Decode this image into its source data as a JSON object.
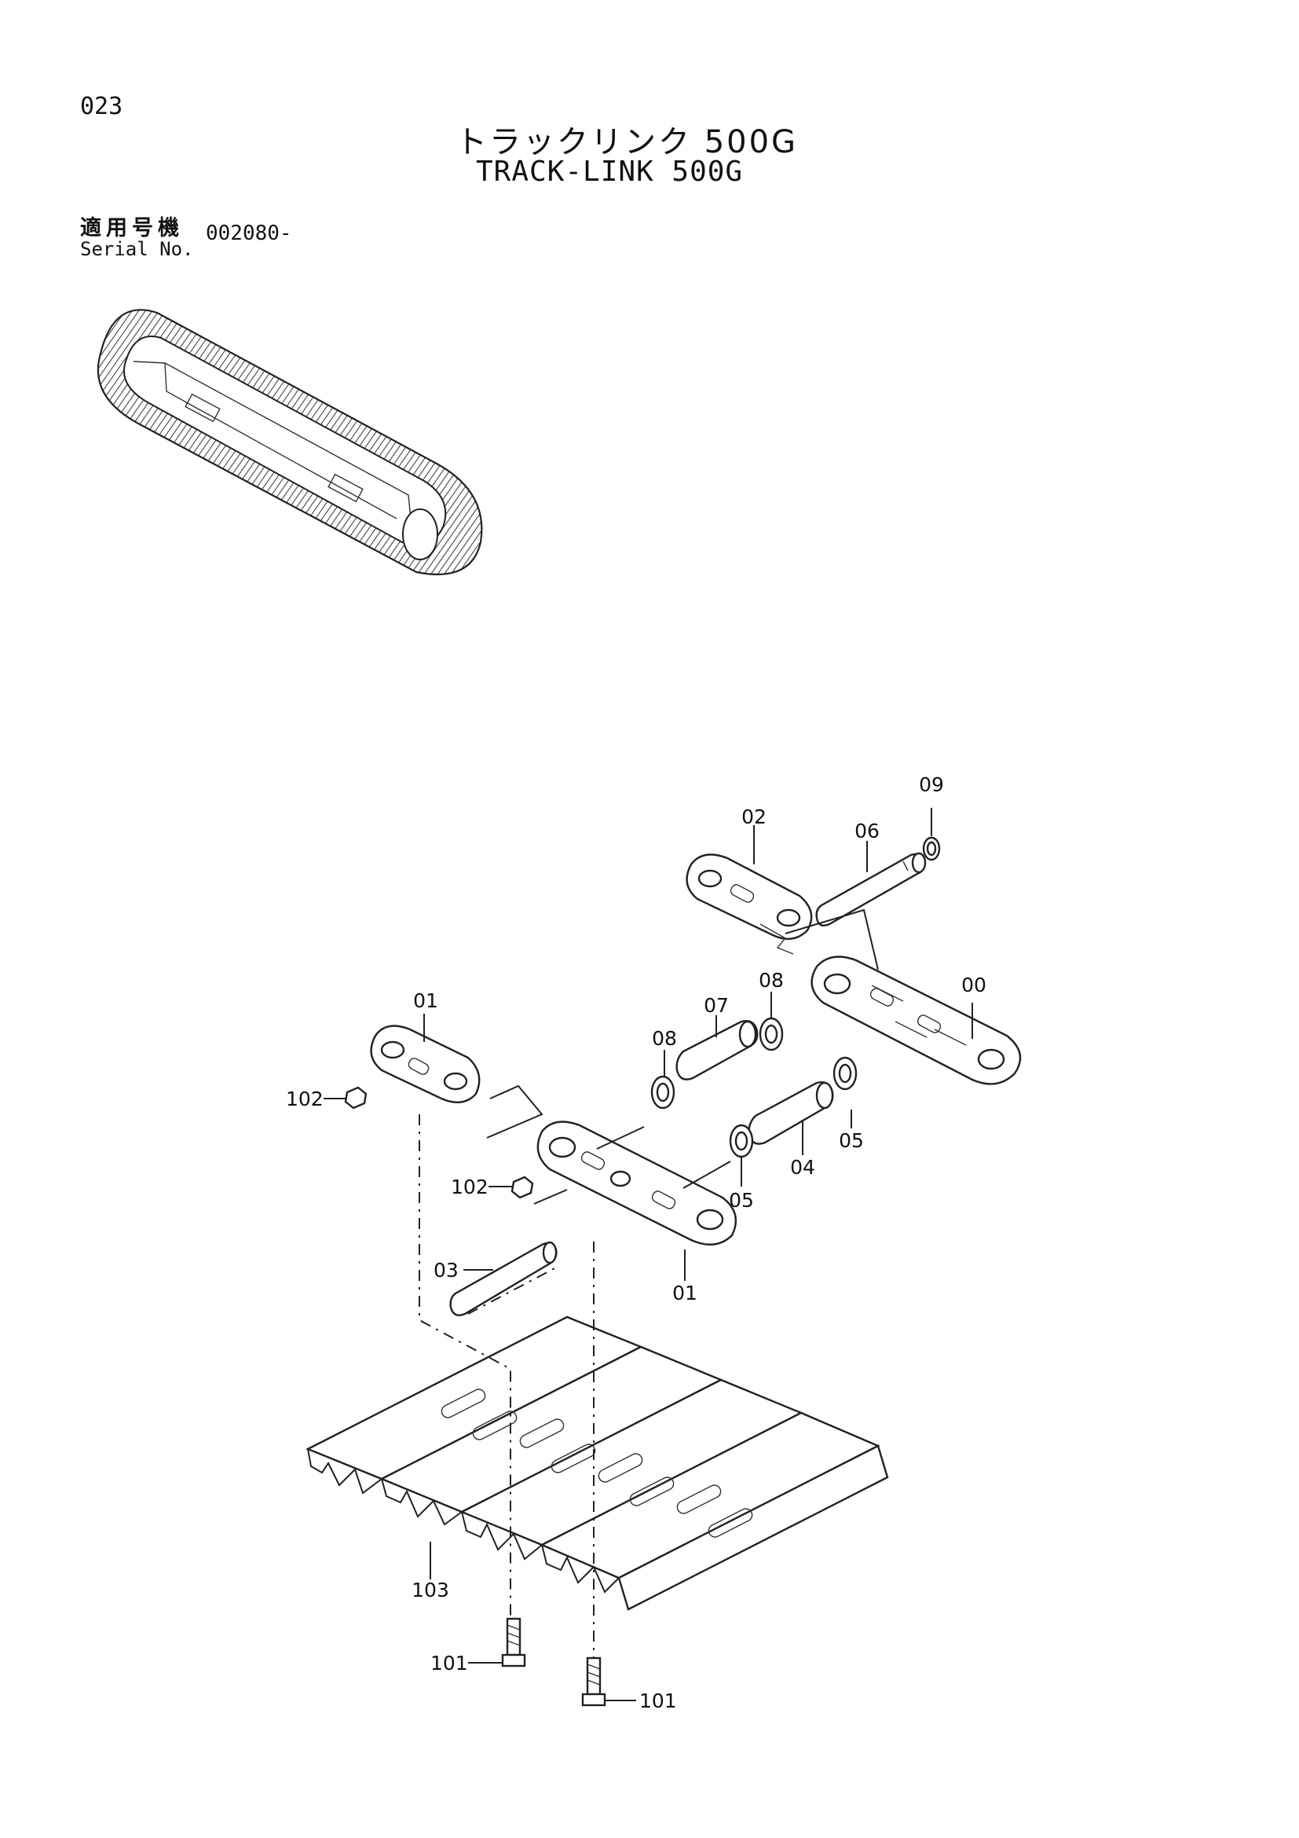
{
  "page_number": "023",
  "title_ja": "トラックリンク 500G",
  "title_en": "TRACK-LINK 500G",
  "serial": {
    "label_ja": "適用号機",
    "label_en": "Serial No.",
    "value": "002080-"
  },
  "callouts": {
    "c00": "00",
    "c01a": "01",
    "c01b": "01",
    "c02": "02",
    "c03": "03",
    "c04": "04",
    "c05a": "05",
    "c05b": "05",
    "c06": "06",
    "c07": "07",
    "c08a": "08",
    "c08b": "08",
    "c09": "09",
    "c101a": "101",
    "c101b": "101",
    "c102a": "102",
    "c102b": "102",
    "c103": "103"
  }
}
